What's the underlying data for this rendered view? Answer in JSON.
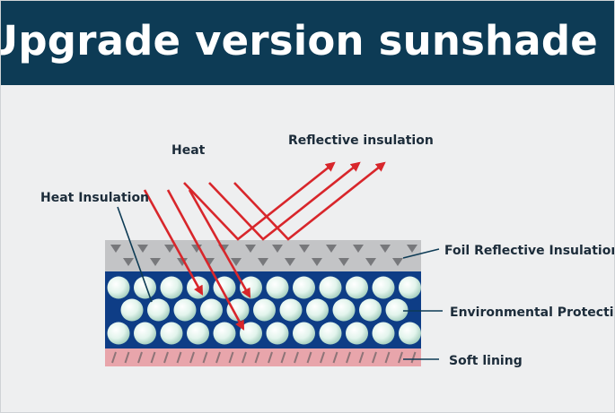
{
  "header": {
    "title": "Upgrade version sunshade"
  },
  "labels": {
    "heat": "Heat",
    "reflective": "Reflective insulation",
    "heat_insulation": "Heat Insulation",
    "foil": "Foil Reflective Insulation",
    "environmental": "Environmental Protection C",
    "soft_lining": "Soft lining"
  },
  "colors": {
    "banner": "#0d3b55",
    "arrow": "#d8262b",
    "foil_layer": "#c3c4c6",
    "bubble_layer": "#0e3d86",
    "bubble": "#dff3ea",
    "lining": "#e8a5ab",
    "leader": "#0d3b55"
  }
}
